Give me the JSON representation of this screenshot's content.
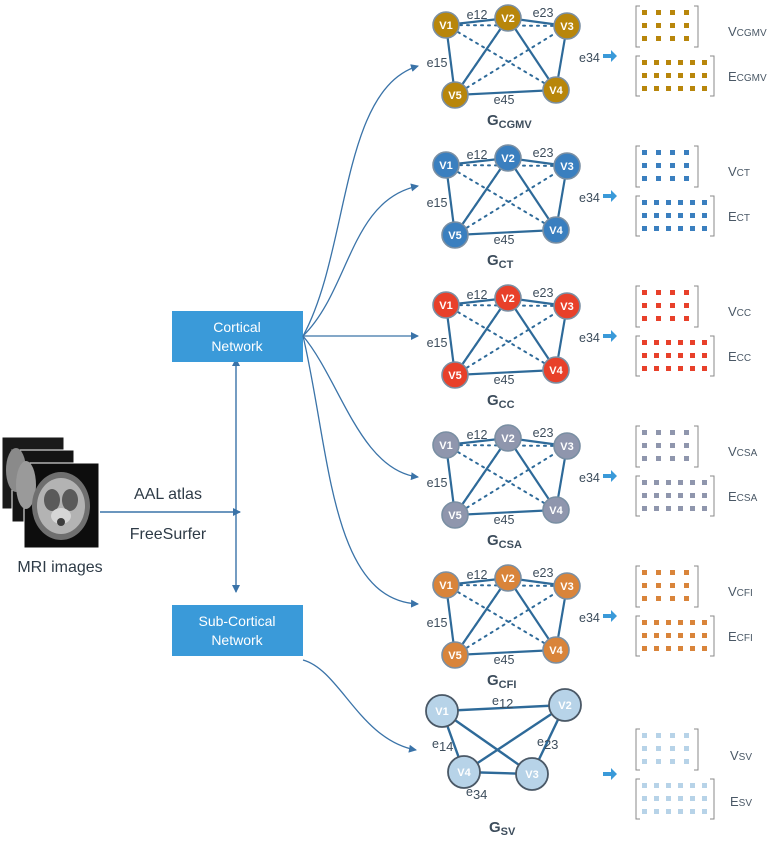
{
  "input": {
    "label": "MRI images"
  },
  "tools": [
    "AAL atlas",
    "FreeSurfer"
  ],
  "networks": {
    "cortical": {
      "label_lines": [
        "Cortical",
        "Network"
      ]
    },
    "subcortical": {
      "label_lines": [
        "Sub-Cortical",
        "Network"
      ]
    }
  },
  "graphs": [
    {
      "id": "cgmv",
      "sub": "CGMV",
      "color": "#b8860b",
      "labelColor": "#ffffff",
      "nodes": [
        "V1",
        "V2",
        "V3",
        "V4",
        "V5"
      ],
      "edges": [
        "e12",
        "e23",
        "e34",
        "e45",
        "e15"
      ],
      "matrix_v": "CGMV",
      "matrix_e": "CGMV"
    },
    {
      "id": "ct",
      "sub": "CT",
      "color": "#3a7fbf",
      "labelColor": "#ffffff",
      "nodes": [
        "V1",
        "V2",
        "V3",
        "V4",
        "V5"
      ],
      "edges": [
        "e12",
        "e23",
        "e34",
        "e45",
        "e15"
      ],
      "matrix_v": "CT",
      "matrix_e": "CT"
    },
    {
      "id": "cc",
      "sub": "CC",
      "color": "#e8402a",
      "labelColor": "#ffffff",
      "nodes": [
        "V1",
        "V2",
        "V3",
        "V4",
        "V5"
      ],
      "edges": [
        "e12",
        "e23",
        "e34",
        "e45",
        "e15"
      ],
      "matrix_v": "CC",
      "matrix_e": "CC"
    },
    {
      "id": "csa",
      "sub": "CSA",
      "color": "#8f96ad",
      "labelColor": "#ffffff",
      "nodes": [
        "V1",
        "V2",
        "V3",
        "V4",
        "V5"
      ],
      "edges": [
        "e12",
        "e23",
        "e34",
        "e45",
        "e15"
      ],
      "matrix_v": "CSA",
      "matrix_e": "CSA"
    },
    {
      "id": "cfi",
      "sub": "CFI",
      "color": "#d9843a",
      "labelColor": "#ffffff",
      "nodes": [
        "V1",
        "V2",
        "V3",
        "V4",
        "V5"
      ],
      "edges": [
        "e12",
        "e23",
        "e34",
        "e45",
        "e15"
      ],
      "matrix_v": "CFI",
      "matrix_e": "CFI"
    }
  ],
  "sv_graph": {
    "sub": "SV",
    "color": "#b7d3e8",
    "labelColor": "#1c2530",
    "nodes": [
      "V1",
      "V2",
      "V3",
      "V4"
    ],
    "edges": [
      "e12",
      "e23",
      "e34",
      "e14"
    ],
    "edge_subs": [
      "12",
      "23",
      "34",
      "14"
    ],
    "matrix_v": "SV",
    "matrix_e": "SV"
  },
  "letters": {
    "graph": "G",
    "vertex": "V",
    "edge": "E"
  },
  "colors": {
    "box": "#3a9ad9",
    "arrow": "#3a73a8",
    "edge": "#2e6a99"
  }
}
